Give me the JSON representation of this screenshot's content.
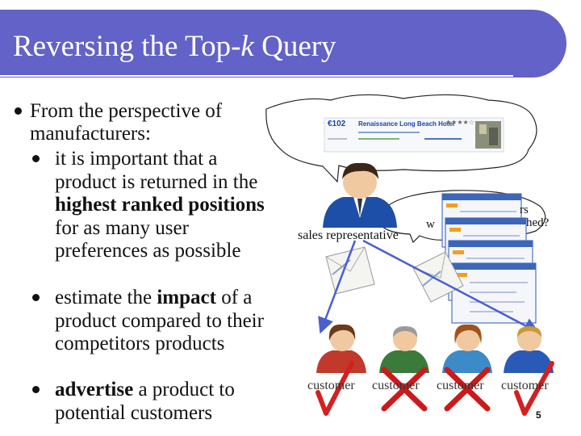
{
  "slide": {
    "title_prefix": "Reversing the Top-",
    "title_k": "k",
    "title_suffix": " Query",
    "main_bullet": "From the perspective of manufacturers:",
    "sub_bullets": [
      {
        "parts": [
          {
            "t": "it is important that a product is returned in the "
          },
          {
            "t": "highest ranked positions",
            "b": true
          },
          {
            "t": " for as many user preferences as possible"
          }
        ]
      },
      {
        "parts": [
          {
            "t": "estimate the "
          },
          {
            "t": "impact",
            "b": true
          },
          {
            "t": " of a product compared to their competitors products"
          }
        ]
      },
      {
        "parts": [
          {
            "t": "advertise",
            "b": true
          },
          {
            "t": " a product to potential customers"
          }
        ]
      }
    ],
    "page_number": "5"
  },
  "figure": {
    "hotel_card": {
      "price": "€102",
      "hotel_name": "Renaissance Long Beach Hotel",
      "stars": "★★★★☆"
    },
    "sales_rep_label": "sales representative",
    "thought_fragment_1": "rs",
    "thought_fragment_2": "w",
    "thought_fragment_3": "hed?",
    "customers": [
      "customer",
      "customer",
      "customer",
      "customer"
    ],
    "marks": [
      "check",
      "cross",
      "cross",
      "check"
    ],
    "colors": {
      "title_bar": "#6262c8",
      "check": "#d42020",
      "cross": "#cc1a1a",
      "arrow": "#4a5fd0"
    }
  }
}
